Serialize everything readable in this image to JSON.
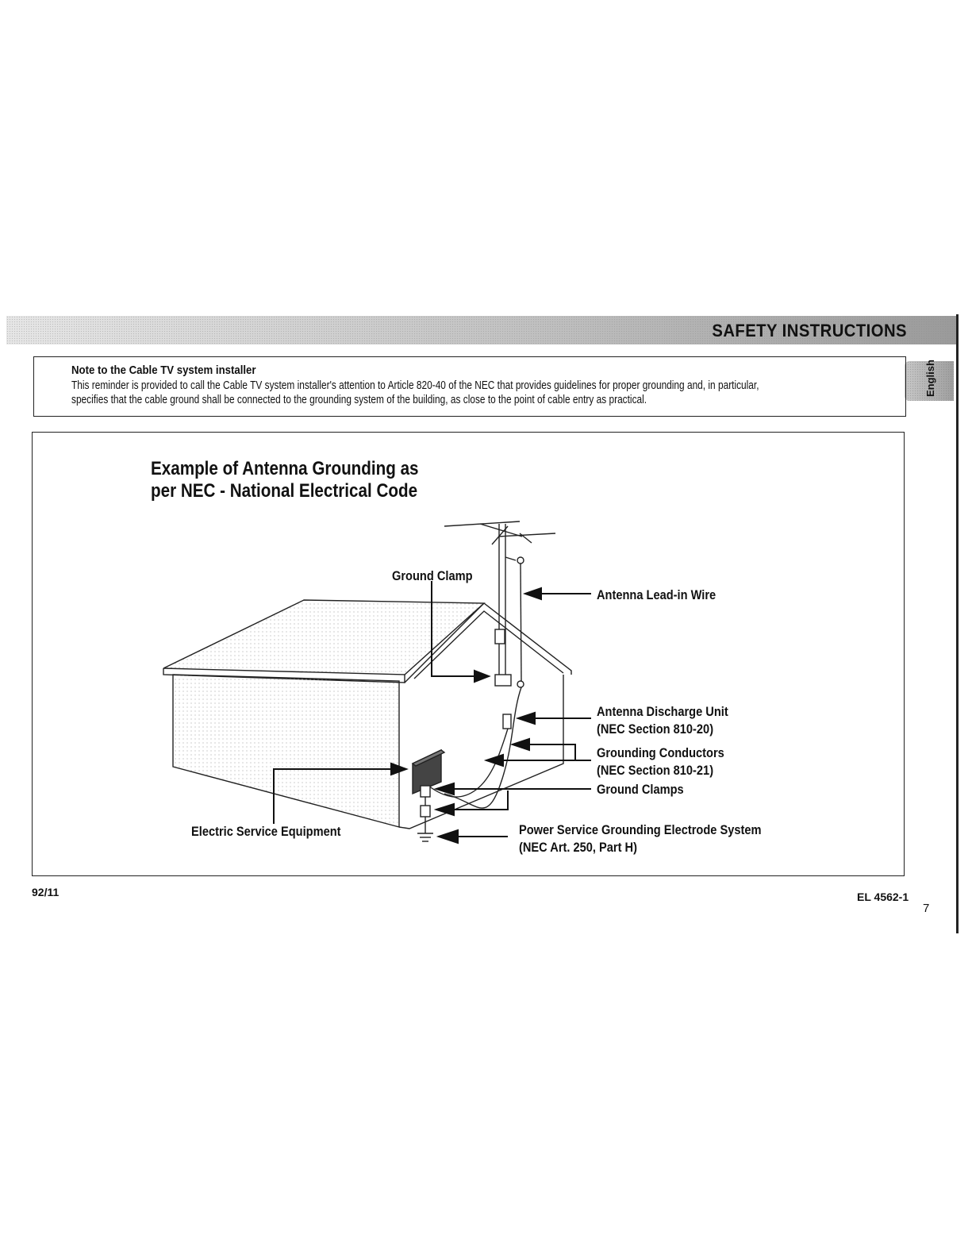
{
  "header": {
    "title": "SAFETY INSTRUCTIONS",
    "language_tab": "English"
  },
  "note": {
    "title": "Note to the Cable TV system installer",
    "lines": [
      "This reminder is provided to call the Cable TV system installer's attention to Article 820-40 of the NEC that provides guidelines for proper grounding and, in particular,",
      "specifies that the cable ground shall be connected to the grounding system of the building, as close to the point of cable entry as practical."
    ]
  },
  "figure": {
    "title_lines": [
      "Example of Antenna Grounding as",
      "per NEC - National Electrical Code"
    ],
    "labels": {
      "ground_clamp": "Ground Clamp",
      "lead_in_wire": "Antenna Lead-in Wire",
      "discharge_unit": "Antenna Discharge Unit",
      "discharge_unit_ref": "(NEC Section 810-20)",
      "grounding_conductors": "Grounding Conductors",
      "grounding_conductors_ref": "(NEC Section 810-21)",
      "ground_clamps": "Ground Clamps",
      "electric_service": "Electric Service Equipment",
      "power_service": "Power Service Grounding Electrode System",
      "power_service_ref": "(NEC Art. 250, Part H)"
    }
  },
  "footer": {
    "left_code": "92/11",
    "right_code": "EL 4562-1",
    "page_number": "7"
  }
}
